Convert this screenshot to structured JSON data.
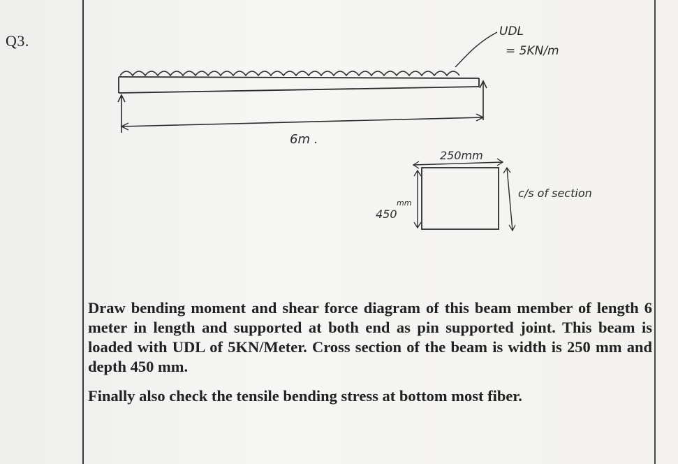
{
  "question": {
    "number": "Q3."
  },
  "sketch": {
    "udl_label": "UDL",
    "udl_value": "= 5KN/m",
    "span_label": "6m .",
    "width_label": "250mm",
    "depth_label": "450",
    "depth_unit": "mm",
    "section_label": "c/s of section"
  },
  "problem": {
    "paragraph1": "Draw bending moment and shear force diagram of this beam member of length 6 meter in length and supported at both end as pin supported joint. This beam is loaded with UDL of 5KN/Meter. Cross section of the beam is width is 250 mm and depth 450 mm.",
    "paragraph2": "Finally also check the tensile bending stress at bottom most fiber."
  }
}
